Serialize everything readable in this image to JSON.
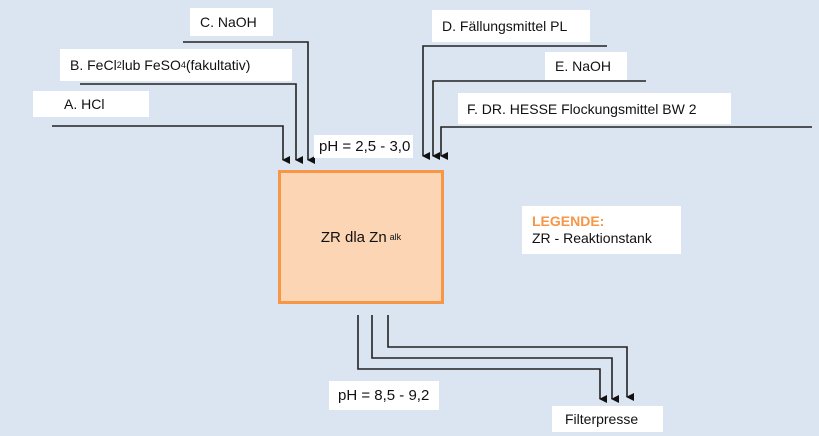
{
  "inputs": {
    "a": {
      "label": "A.  HCl"
    },
    "b": {
      "prefix": "B. FeCl",
      "sub1": "2",
      "mid": " lub FeSO",
      "sub2": "4",
      "suffix": " (fakultativ)"
    },
    "c": {
      "label": "C. NaOH"
    },
    "d": {
      "label": "D. Fällungsmittel PL"
    },
    "e": {
      "label": "E. NaOH"
    },
    "f": {
      "label": "F. DR. HESSE Flockungsmittel BW 2"
    }
  },
  "ph_in": "pH = 2,5 - 3,0",
  "tank": {
    "label": "ZR dla Zn",
    "sub": "alk"
  },
  "legend": {
    "title": "LEGENDE:",
    "entry": "ZR - Reaktionstank"
  },
  "ph_out": "pH = 8,5 - 9,2",
  "output": "Filterpresse",
  "colors": {
    "background": "#dbe5f1",
    "tank_fill": "#fcd5b5",
    "tank_border": "#f79646",
    "legend_title": "#f79646"
  }
}
